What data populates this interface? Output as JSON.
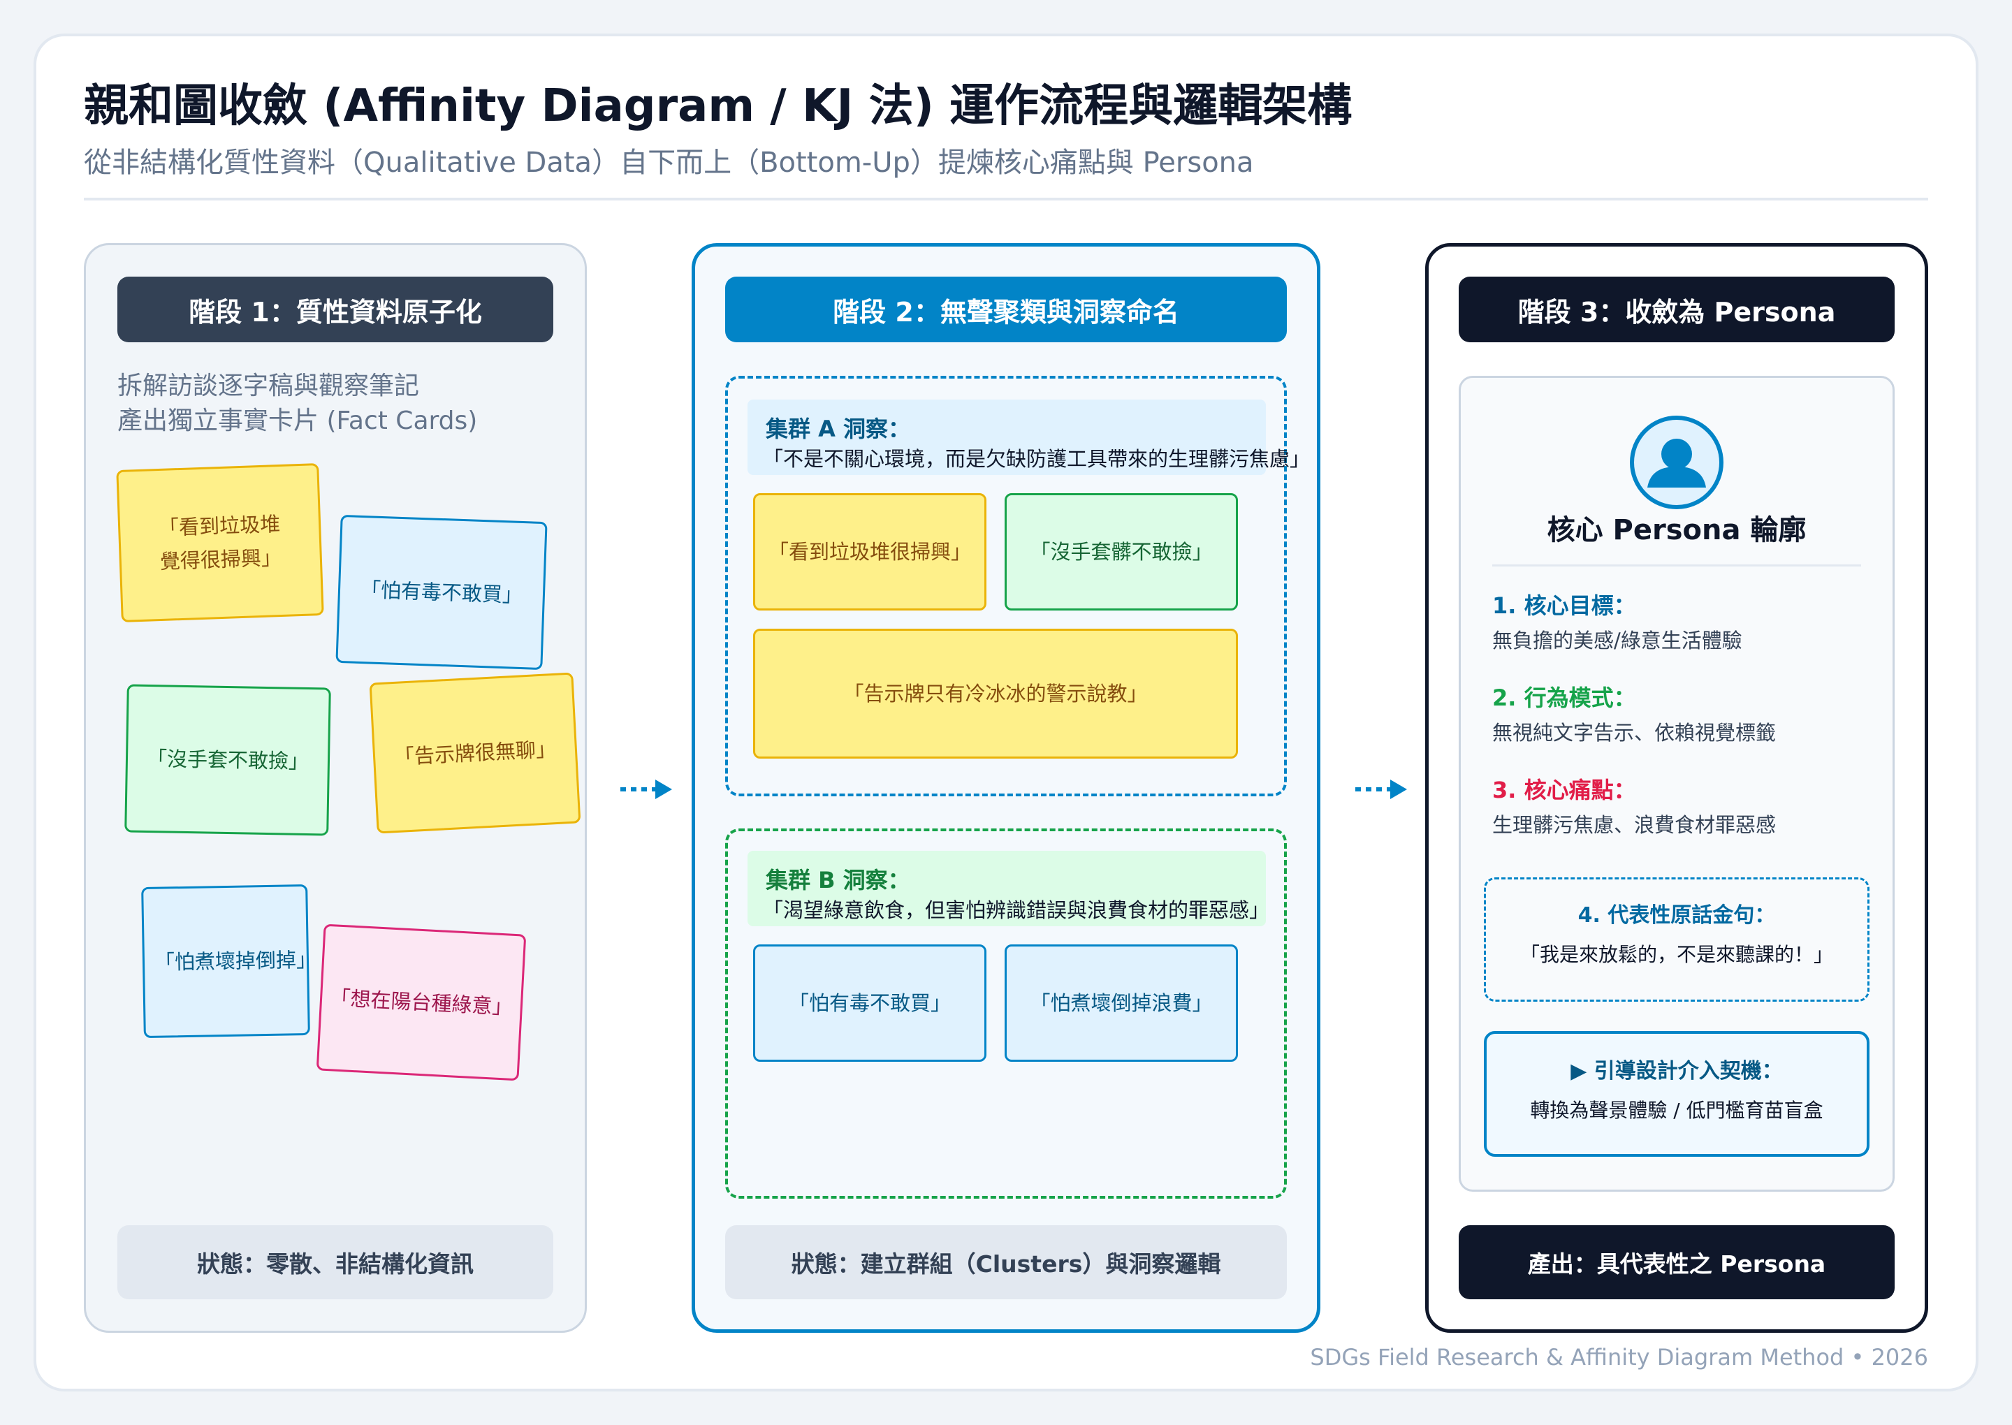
{
  "title": "親和圖收斂 (Affinity Diagram / KJ 法) 運作流程與邏輯架構",
  "subtitle": "從非結構化質性資料（Qualitative Data）自下而上（Bottom-Up）提煉核心痛點與 Persona",
  "colors": {
    "accent_blue": "#0284c7",
    "dark": "#0f172a",
    "slate": "#334155",
    "green": "#16a34a",
    "red": "#e11d48"
  },
  "stage1": {
    "header": "階段 1：質性資料原子化",
    "desc_line1": "拆解訪談逐字稿與觀察筆記",
    "desc_line2": "產出獨立事實卡片 (Fact Cards)",
    "cards": [
      {
        "line1": "「看到垃圾堆",
        "line2": "覺得很掃興」",
        "color": "yellow"
      },
      {
        "line1": "「怕有毒不敢買」",
        "color": "blue"
      },
      {
        "line1": "「沒手套不敢撿」",
        "color": "green"
      },
      {
        "line1": "「告示牌很無聊」",
        "color": "yellow"
      },
      {
        "line1": "「怕煮壞掉倒掉」",
        "color": "blue"
      },
      {
        "line1": "「想在陽台種綠意」",
        "color": "pink"
      }
    ],
    "status": "狀態：零散、非結構化資訊"
  },
  "stage2": {
    "header": "階段 2：無聲聚類與洞察命名",
    "clusterA": {
      "name": "集群 A 洞察：",
      "quote": "「不是不關心環境，而是欠缺防護工具帶來的生理髒污焦慮」",
      "cards": [
        "「看到垃圾堆很掃興」",
        "「沒手套髒不敢撿」",
        "「告示牌只有冷冰冰的警示說教」"
      ]
    },
    "clusterB": {
      "name": "集群 B 洞察：",
      "quote": "「渴望綠意飲食，但害怕辨識錯誤與浪費食材的罪惡感」",
      "cards": [
        "「怕有毒不敢買」",
        "「怕煮壞倒掉浪費」"
      ]
    },
    "status": "狀態：建立群組（Clusters）與洞察邏輯"
  },
  "stage3": {
    "header": "階段 3：收斂為 Persona",
    "avatar_icon": "user-icon",
    "persona_title": "核心 Persona 輪廓",
    "goal_title": "1. 核心目標：",
    "goal_value": "無負擔的美感/綠意生活體驗",
    "behavior_title": "2. 行為模式：",
    "behavior_value": "無視純文字告示、依賴視覺標籤",
    "pain_title": "3. 核心痛點：",
    "pain_value": "生理髒污焦慮、浪費食材罪惡感",
    "quote_title": "4. 代表性原話金句：",
    "quote_value": "「我是來放鬆的，不是來聽課的！」",
    "opportunity_title": "▶ 引導設計介入契機：",
    "opportunity_value": "轉換為聲景體驗 / 低門檻育苗盲盒",
    "output": "產出：具代表性之 Persona"
  },
  "credit": "SDGs Field Research & Affinity Diagram Method • 2026"
}
